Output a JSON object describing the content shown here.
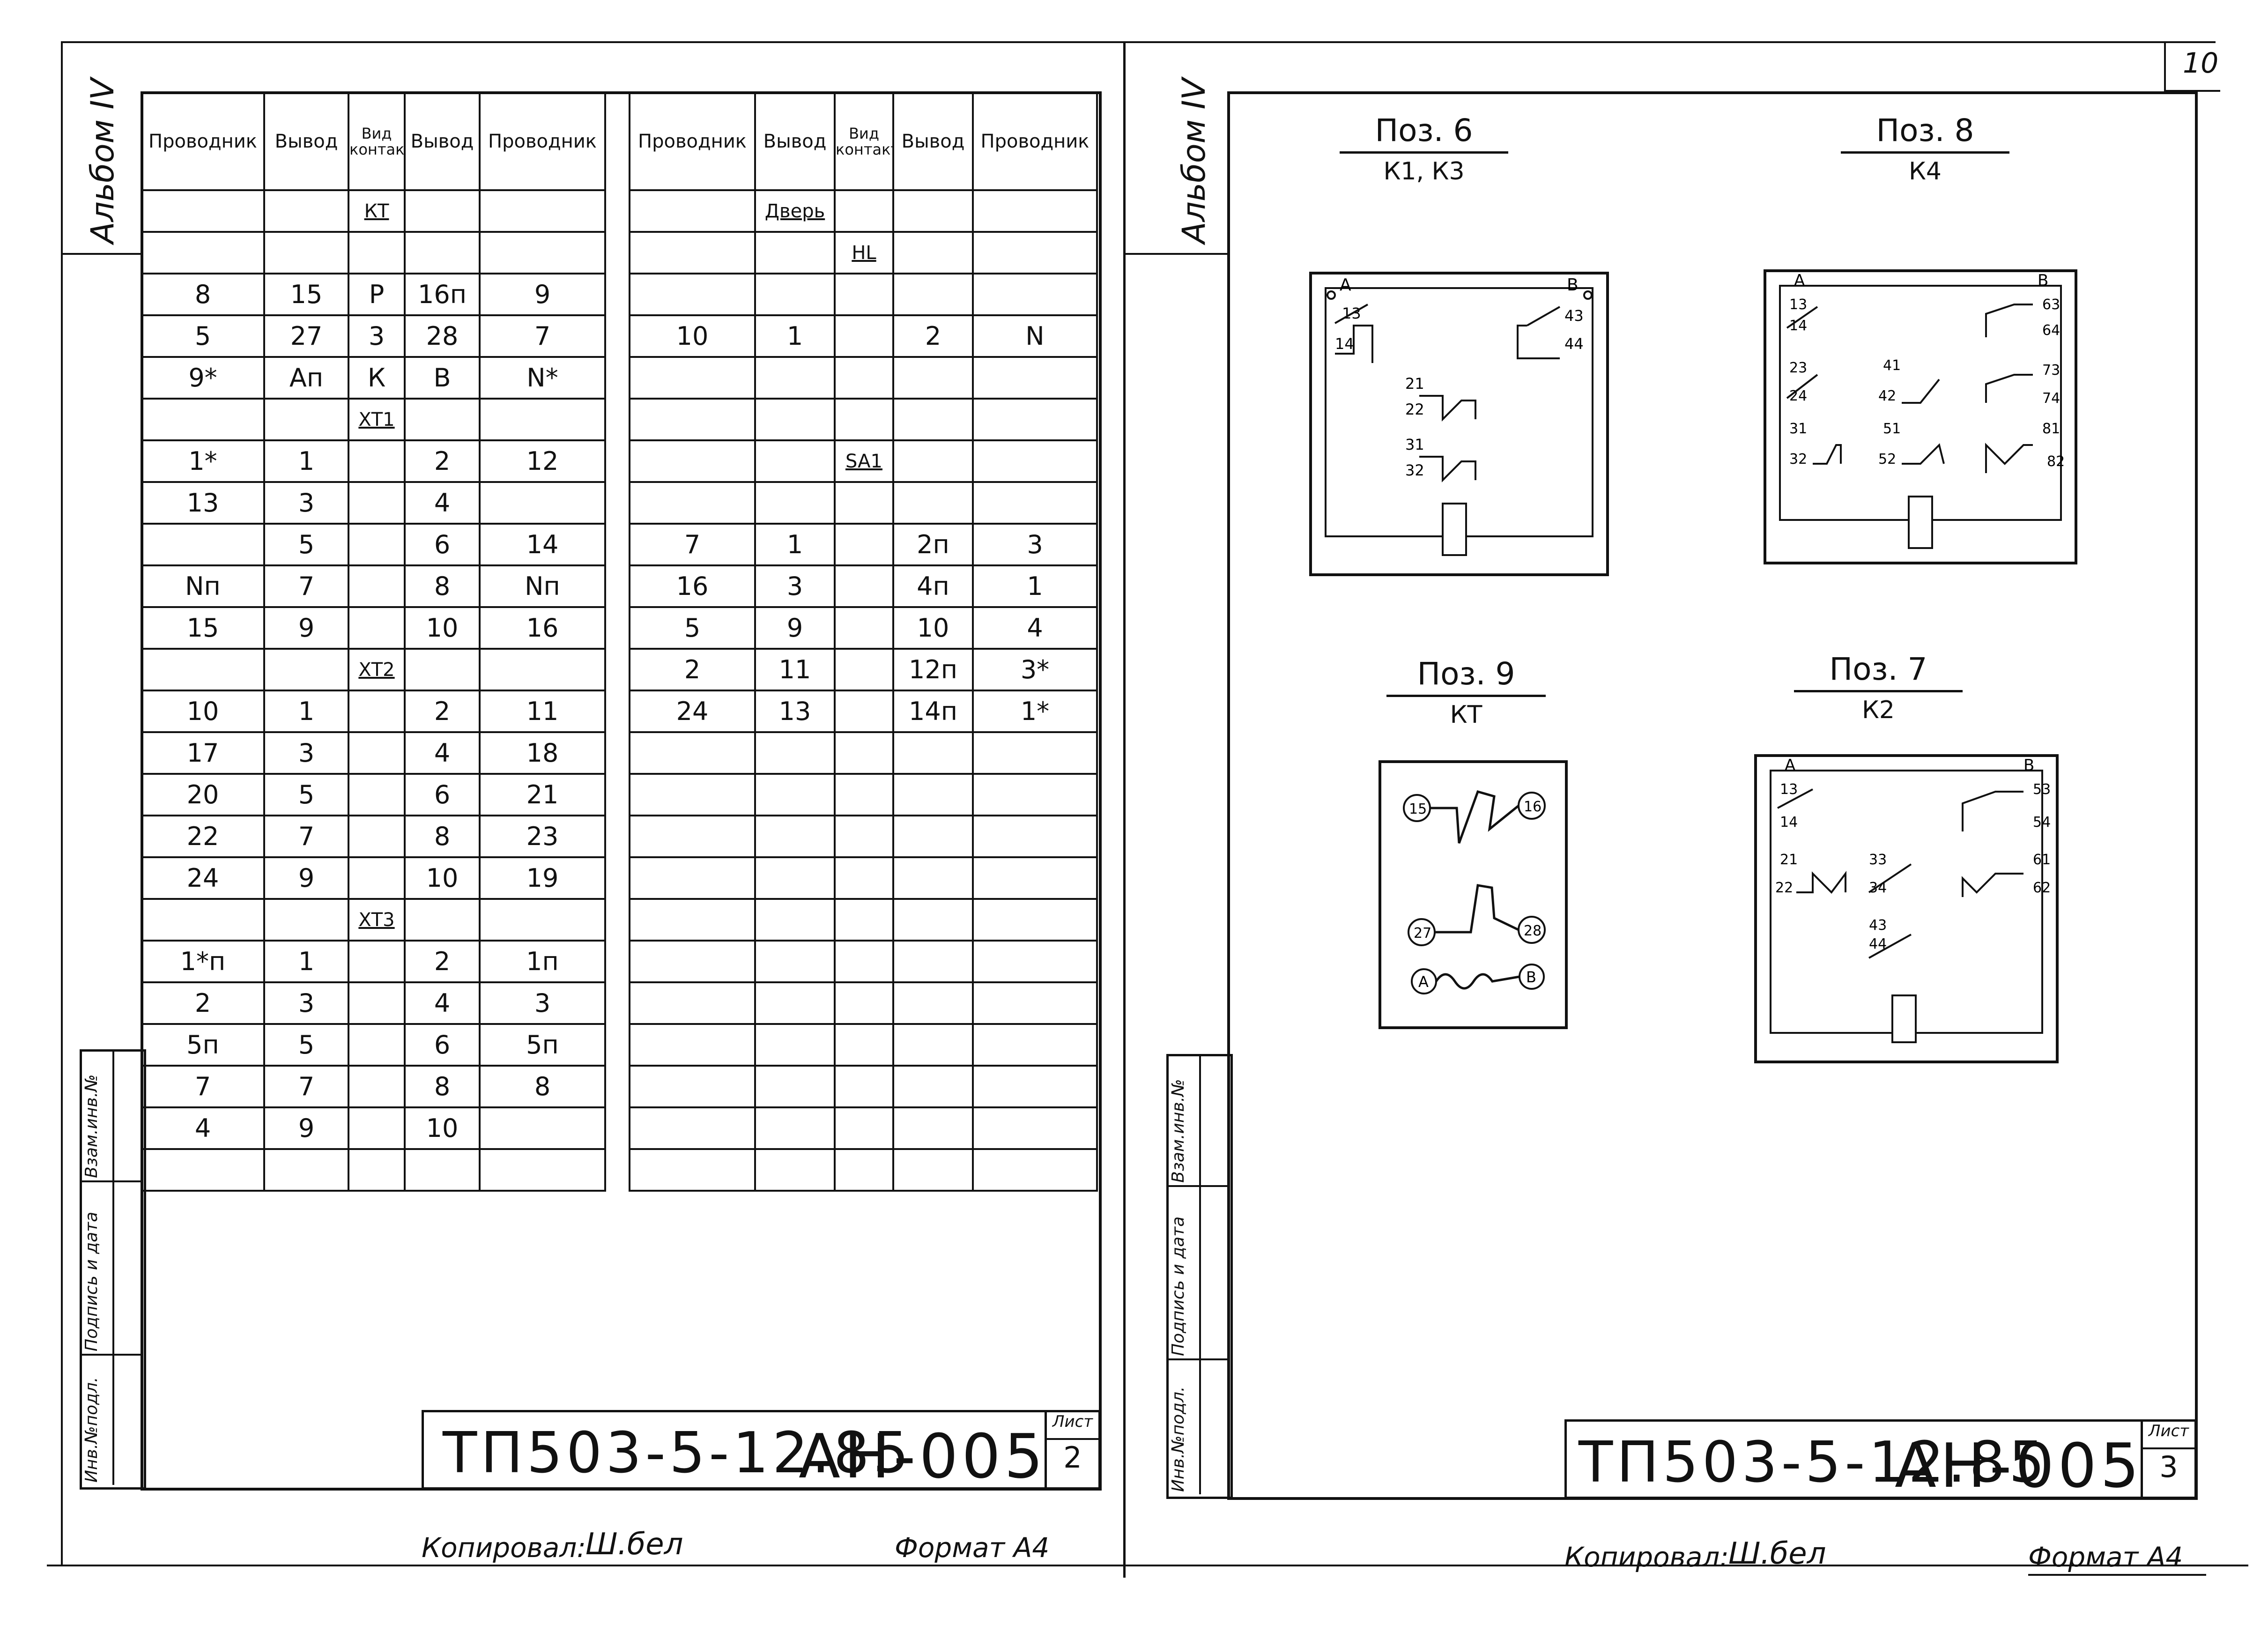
{
  "page_number": "10",
  "left_sheet": {
    "album_label": "Альбом IV",
    "side_labels": [
      "Инв.№подл.",
      "Подпись и дата",
      "Взам.инв.№"
    ],
    "headers": [
      "Проводник",
      "Вывод",
      "Вид контакта",
      "Вывод",
      "Проводник"
    ],
    "table1_rows": [
      [
        "",
        "",
        "КТ",
        "",
        ""
      ],
      [
        "",
        "",
        "",
        "",
        ""
      ],
      [
        "8",
        "15",
        "Р",
        "16п",
        "9"
      ],
      [
        "5",
        "27",
        "3",
        "28",
        "7"
      ],
      [
        "9*",
        "Ап",
        "К",
        "В",
        "N*"
      ],
      [
        "",
        "",
        "ХТ1",
        "",
        ""
      ],
      [
        "1*",
        "1",
        "",
        "2",
        "12"
      ],
      [
        "13",
        "3",
        "",
        "4",
        ""
      ],
      [
        "",
        "5",
        "",
        "6",
        "14"
      ],
      [
        "Nп",
        "7",
        "",
        "8",
        "Nп"
      ],
      [
        "15",
        "9",
        "",
        "10",
        "16"
      ],
      [
        "",
        "",
        "ХТ2",
        "",
        ""
      ],
      [
        "10",
        "1",
        "",
        "2",
        "11"
      ],
      [
        "17",
        "3",
        "",
        "4",
        "18"
      ],
      [
        "20",
        "5",
        "",
        "6",
        "21"
      ],
      [
        "22",
        "7",
        "",
        "8",
        "23"
      ],
      [
        "24",
        "9",
        "",
        "10",
        "19"
      ],
      [
        "",
        "",
        "ХТ3",
        "",
        ""
      ],
      [
        "1*п",
        "1",
        "",
        "2",
        "1п"
      ],
      [
        "2",
        "3",
        "",
        "4",
        "3"
      ],
      [
        "5п",
        "5",
        "",
        "6",
        "5п"
      ],
      [
        "7",
        "7",
        "",
        "8",
        "8"
      ],
      [
        "4",
        "9",
        "",
        "10",
        ""
      ],
      [
        "",
        "",
        "",
        "",
        ""
      ]
    ],
    "table2_rows": [
      [
        "",
        "Дверь",
        "",
        "",
        ""
      ],
      [
        "",
        "",
        "HL",
        "",
        ""
      ],
      [
        "",
        "",
        "",
        "",
        ""
      ],
      [
        "10",
        "1",
        "",
        "2",
        "N"
      ],
      [
        "",
        "",
        "",
        "",
        ""
      ],
      [
        "",
        "",
        "",
        "",
        ""
      ],
      [
        "",
        "",
        "SA1",
        "",
        ""
      ],
      [
        "",
        "",
        "",
        "",
        ""
      ],
      [
        "7",
        "1",
        "",
        "2п",
        "3"
      ],
      [
        "16",
        "3",
        "",
        "4п",
        "1"
      ],
      [
        "5",
        "9",
        "",
        "10",
        "4"
      ],
      [
        "2",
        "11",
        "",
        "12п",
        "3*"
      ],
      [
        "24",
        "13",
        "",
        "14п",
        "1*"
      ],
      [
        "",
        "",
        "",
        "",
        ""
      ],
      [
        "",
        "",
        "",
        "",
        ""
      ],
      [
        "",
        "",
        "",
        "",
        ""
      ],
      [
        "",
        "",
        "",
        "",
        ""
      ],
      [
        "",
        "",
        "",
        "",
        ""
      ],
      [
        "",
        "",
        "",
        "",
        ""
      ],
      [
        "",
        "",
        "",
        "",
        ""
      ],
      [
        "",
        "",
        "",
        "",
        ""
      ],
      [
        "",
        "",
        "",
        "",
        ""
      ],
      [
        "",
        "",
        "",
        "",
        ""
      ],
      [
        "",
        "",
        "",
        "",
        ""
      ]
    ],
    "stamp_code": "ТП503-5-12.85",
    "stamp_doc": "АН-005",
    "sheet_label": "Лист",
    "sheet_number": "2",
    "copied_label": "Копировал:",
    "copied_sign": "Ш.бел",
    "format": "Формат А4"
  },
  "right_sheet": {
    "album_label": "Альбом IV",
    "side_labels": [
      "Инв.№подл.",
      "Подпись и дата",
      "Взам.инв.№"
    ],
    "pos6": {
      "title": "Поз. 6",
      "sub": "К1, К3"
    },
    "pos8": {
      "title": "Поз. 8",
      "sub": "К4"
    },
    "pos9": {
      "title": "Поз. 9",
      "sub": "КТ"
    },
    "pos7": {
      "title": "Поз. 7",
      "sub": "К2"
    },
    "stamp_code": "ТП503-5-12.85",
    "stamp_doc": "АН-005",
    "sheet_label": "Лист",
    "sheet_number": "3",
    "copied_label": "Копировал:",
    "copied_sign": "Ш.бел",
    "format": "Формат А4"
  },
  "diagram_labels": {
    "A": "А",
    "B": "В",
    "p6": [
      "13",
      "14",
      "43",
      "44",
      "21",
      "22",
      "31",
      "32"
    ],
    "p8": [
      "13",
      "14",
      "63",
      "64",
      "23",
      "24",
      "41",
      "42",
      "73",
      "74",
      "31",
      "32",
      "51",
      "52",
      "81",
      "82"
    ],
    "p9": [
      "15",
      "16",
      "27",
      "28",
      "А",
      "В"
    ],
    "p7": [
      "13",
      "14",
      "53",
      "54",
      "21",
      "22",
      "33",
      "34",
      "61",
      "62",
      "43",
      "44"
    ]
  }
}
